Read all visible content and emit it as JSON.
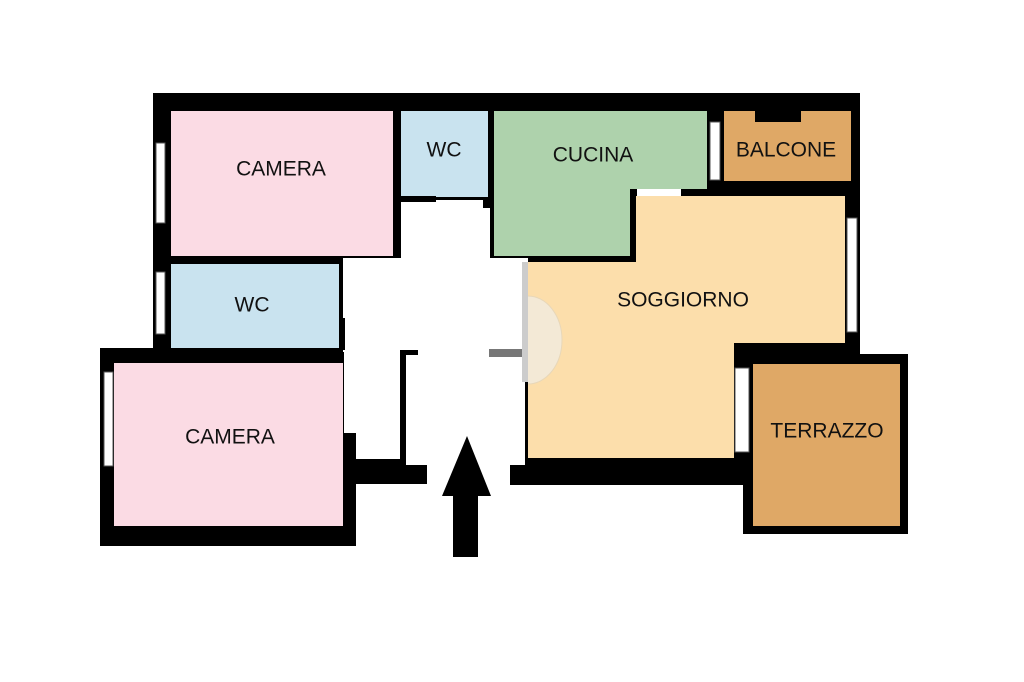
{
  "rooms": {
    "camera_top": {
      "label": "CAMERA",
      "color": "#fbdbe4"
    },
    "wc_top": {
      "label": "WC",
      "color": "#c9e3ef"
    },
    "cucina": {
      "label": "CUCINA",
      "color": "#aed2ac"
    },
    "balcone": {
      "label": "BALCONE",
      "color": "#dfa866"
    },
    "wc_mid": {
      "label": "WC",
      "color": "#c9e3ef"
    },
    "soggiorno": {
      "label": "SOGGIORNO",
      "color": "#fcdeab"
    },
    "camera_bottom": {
      "label": "CAMERA",
      "color": "#fbdbe4"
    },
    "terrazzo": {
      "label": "TERRAZZO",
      "color": "#dfa866"
    }
  },
  "colors": {
    "wall": "#000000",
    "corridor": "#ffffff",
    "window": "#ffffff"
  },
  "icons": {
    "entrance": "arrow-up-icon"
  }
}
